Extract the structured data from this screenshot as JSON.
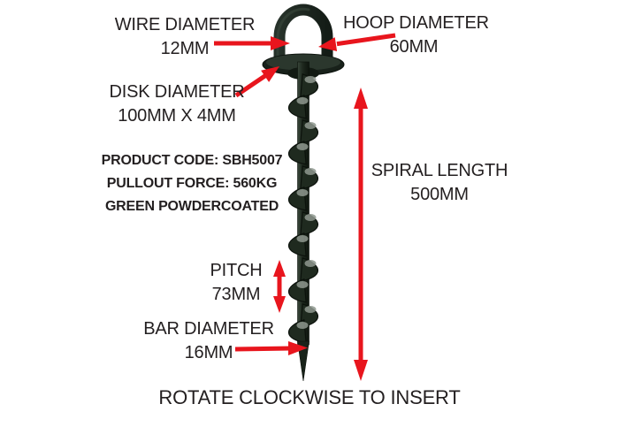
{
  "colors": {
    "background": "#ffffff",
    "arrow_red": "#e8151d",
    "anchor_green": "#1f2a1f",
    "text": "#231f20"
  },
  "annotations": {
    "wire_diameter": {
      "name": "WIRE DIAMETER",
      "value": "12MM"
    },
    "hoop_diameter": {
      "name": "HOOP DIAMETER",
      "value": "60MM"
    },
    "disk_diameter": {
      "name": "DISK DIAMETER",
      "value": "100MM X 4MM"
    },
    "spiral_length": {
      "name": "SPIRAL LENGTH",
      "value": "500MM"
    },
    "pitch": {
      "name": "PITCH",
      "value": "73MM"
    },
    "bar_diameter": {
      "name": "BAR DIAMETER",
      "value": "16MM"
    }
  },
  "product_info": {
    "product_code": "PRODUCT CODE: SBH5007",
    "pullout_force": "PULLOUT FORCE: 560KG",
    "finish": "GREEN POWDERCOATED"
  },
  "footer": {
    "instruction": "ROTATE CLOCKWISE TO INSERT"
  }
}
